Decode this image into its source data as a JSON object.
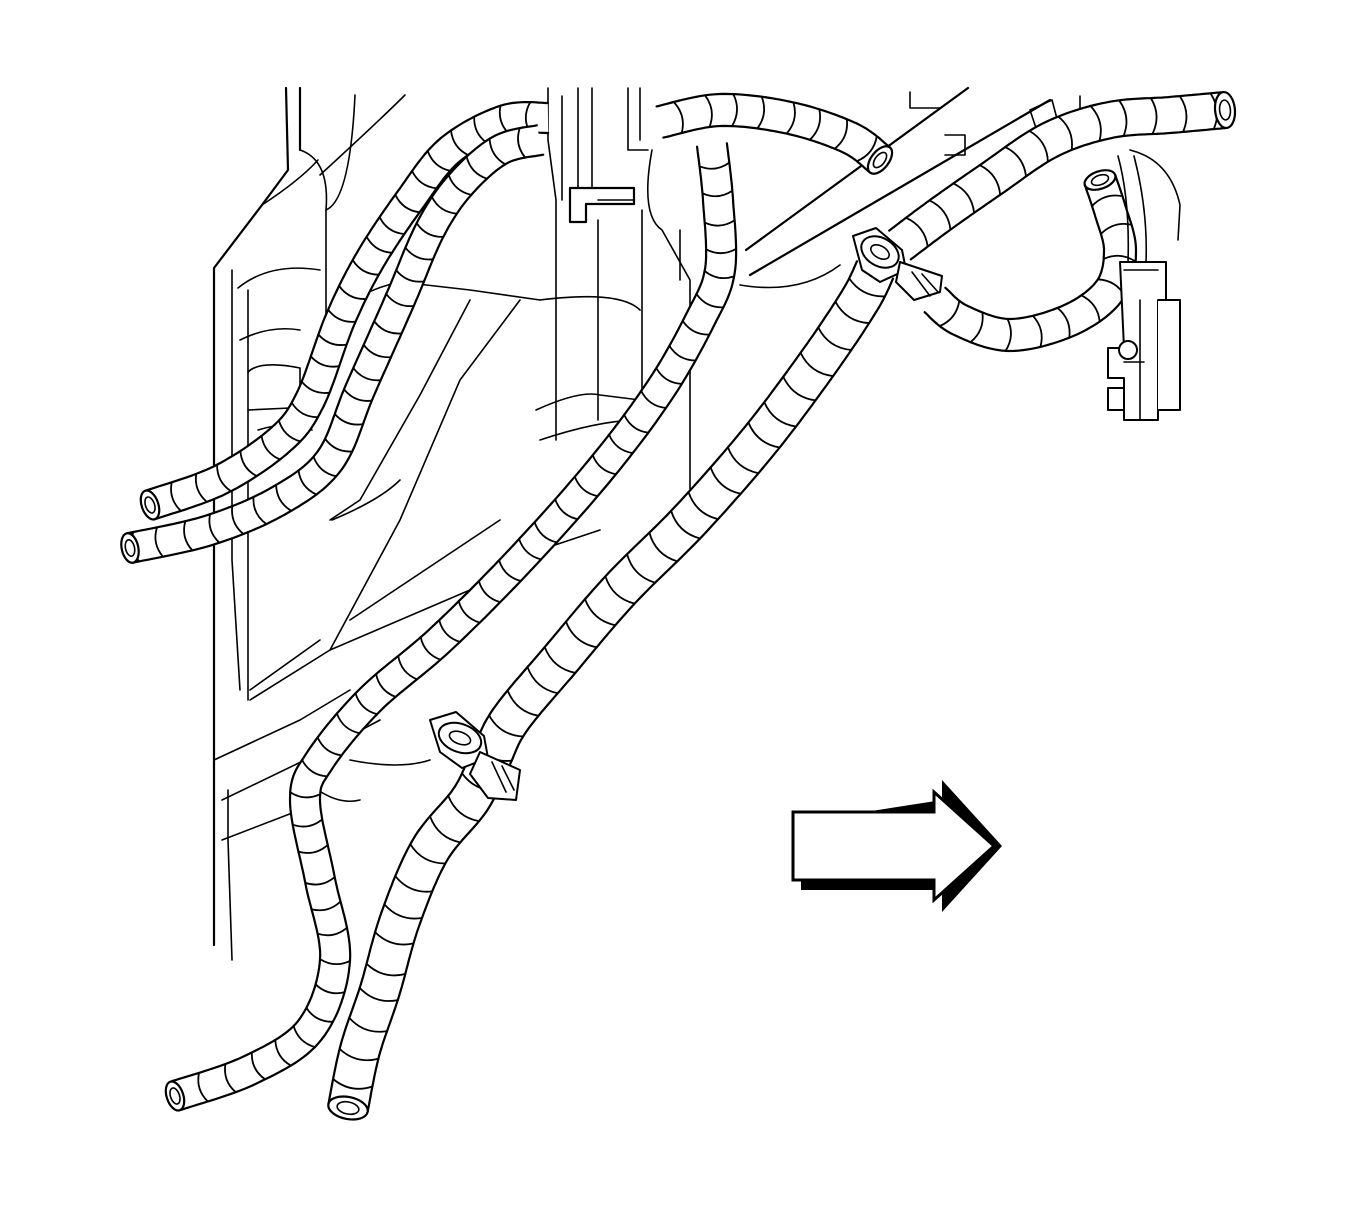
{
  "diagram": {
    "colors": {
      "line": "#000000",
      "background": "#ffffff",
      "hose_fill": "#ffffff"
    },
    "hoses": [
      {
        "name": "hose-upper-left-a",
        "sheath": "corrugated"
      },
      {
        "name": "hose-upper-left-b",
        "sheath": "corrugated"
      },
      {
        "name": "hose-center",
        "sheath": "corrugated"
      },
      {
        "name": "hose-lower-left",
        "sheath": "corrugated"
      },
      {
        "name": "hose-lower-right",
        "sheath": "corrugated"
      },
      {
        "name": "hose-top-right",
        "sheath": "corrugated"
      }
    ],
    "clips": [
      {
        "name": "hose-clip-upper",
        "type": "hose-retaining-clip"
      },
      {
        "name": "hose-clip-lower",
        "type": "hose-retaining-clip"
      }
    ],
    "connectors": [
      {
        "name": "electrical-connector",
        "type": "harness-connector"
      }
    ],
    "arrow": {
      "icon": "arrow-right-icon",
      "direction": "right"
    }
  }
}
